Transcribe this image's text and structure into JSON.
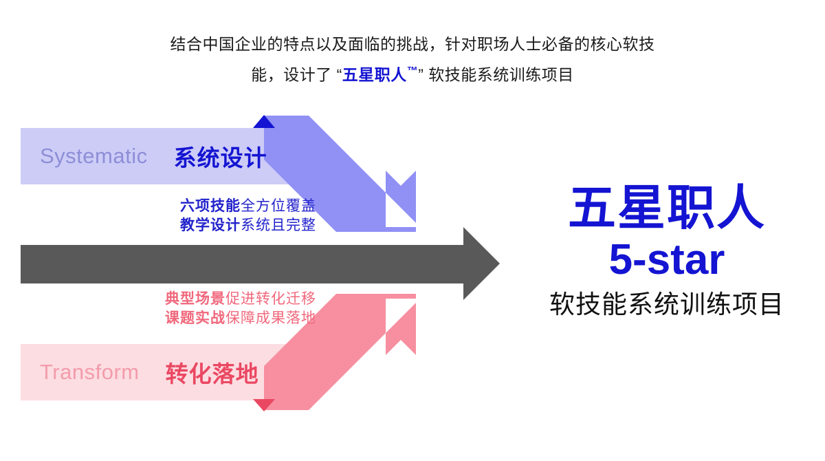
{
  "headline": {
    "line1": "结合中国企业的特点以及面临的挑战，针对职场人士必备的核心软技",
    "line2_prefix": "能，设计了 “",
    "line2_brand": "五星职人",
    "line2_tm": "™",
    "line2_suffix": "” 软技能系统训练项目"
  },
  "bands": {
    "top": {
      "english": "Systematic",
      "chinese": "系统设计",
      "fill": "#ccccf7",
      "english_color": "#8e8ed8",
      "chinese_color": "#1414d2"
    },
    "bottom": {
      "english": "Transform",
      "chinese": "转化落地",
      "fill": "#fcdde2",
      "english_color": "#f39cab",
      "chinese_color": "#ea4862"
    }
  },
  "features": {
    "top": [
      {
        "key": "六项技能",
        "value": "全方位覆盖"
      },
      {
        "key": "教学设计",
        "value": "系统且完整"
      }
    ],
    "bottom": [
      {
        "key": "典型场景",
        "value": "促进转化迁移"
      },
      {
        "key": "课题实战",
        "value": "保障成果落地"
      }
    ],
    "top_color": "#2222cc",
    "bottom_color": "#f0687c"
  },
  "arrows": {
    "purple": {
      "color": "#9090f5",
      "accent_color": "#1414d2",
      "direction": "down-right"
    },
    "gray": {
      "color": "#595959",
      "direction": "right"
    },
    "pink": {
      "color": "#f78fa0",
      "accent_color": "#ea4862",
      "direction": "up-right"
    }
  },
  "title_block": {
    "chinese": "五星职人",
    "english": "5-star",
    "subtitle": "软技能系统训练项目",
    "accent_color": "#1414d2",
    "subtitle_color": "#111111"
  }
}
